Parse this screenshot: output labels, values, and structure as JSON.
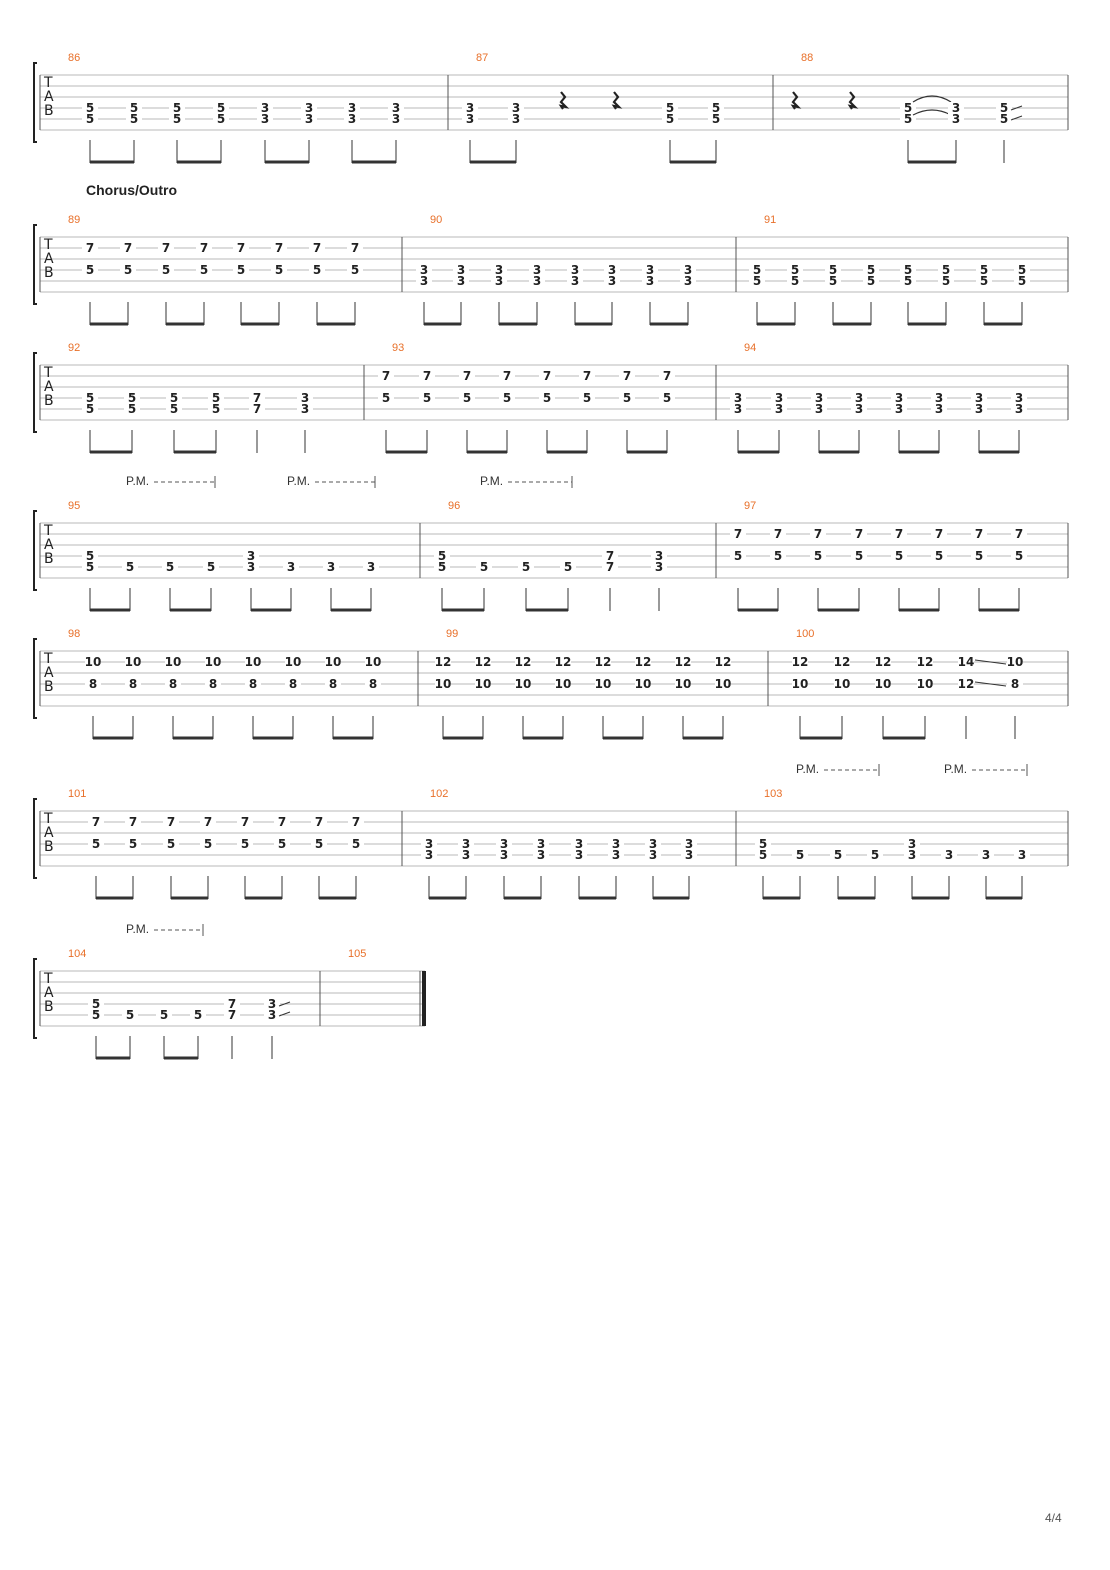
{
  "page": {
    "number_label": "4/4"
  },
  "clef": [
    "T",
    "A",
    "B"
  ],
  "sections": [
    {
      "row": 1,
      "label": "Chorus/Outro"
    }
  ],
  "rows": [
    {
      "measures": [
        {
          "number": "86",
          "notes": [
            {
              "f": [
                "5",
                "5"
              ]
            },
            {
              "f": [
                "5",
                "5"
              ]
            },
            {
              "f": [
                "5",
                "5"
              ]
            },
            {
              "f": [
                "5",
                "5"
              ]
            },
            {
              "f": [
                "3",
                "3"
              ]
            },
            {
              "f": [
                "3",
                "3"
              ]
            },
            {
              "f": [
                "3",
                "3"
              ]
            },
            {
              "f": [
                "3",
                "3"
              ]
            }
          ]
        },
        {
          "number": "87",
          "notes": [
            {
              "f": [
                "3",
                "3"
              ]
            },
            {
              "f": [
                "3",
                "3"
              ]
            },
            {
              "rest": true
            },
            {
              "rest": true
            },
            {
              "f": [
                "5",
                "5"
              ]
            },
            {
              "f": [
                "5",
                "5"
              ]
            }
          ]
        },
        {
          "number": "88",
          "notes": [
            {
              "rest": true
            },
            {
              "rest": true
            },
            {
              "f": [
                "5",
                "5"
              ],
              "tie": true
            },
            {
              "f": [
                "3",
                "3"
              ]
            },
            {
              "f": [
                "5",
                "5"
              ],
              "slide": true
            }
          ]
        }
      ]
    },
    {
      "measures": [
        {
          "number": "89",
          "notes": [
            {
              "top": "7",
              "f": [
                "5"
              ]
            },
            {
              "top": "7",
              "f": [
                "5"
              ]
            },
            {
              "top": "7",
              "f": [
                "5"
              ]
            },
            {
              "top": "7",
              "f": [
                "5"
              ]
            },
            {
              "top": "7",
              "f": [
                "5"
              ]
            },
            {
              "top": "7",
              "f": [
                "5"
              ]
            },
            {
              "top": "7",
              "f": [
                "5"
              ]
            },
            {
              "top": "7",
              "f": [
                "5"
              ]
            }
          ]
        },
        {
          "number": "90",
          "notes": [
            {
              "f": [
                "3",
                "3"
              ]
            },
            {
              "f": [
                "3",
                "3"
              ]
            },
            {
              "f": [
                "3",
                "3"
              ]
            },
            {
              "f": [
                "3",
                "3"
              ]
            },
            {
              "f": [
                "3",
                "3"
              ]
            },
            {
              "f": [
                "3",
                "3"
              ]
            },
            {
              "f": [
                "3",
                "3"
              ]
            },
            {
              "f": [
                "3",
                "3"
              ]
            }
          ]
        },
        {
          "number": "91",
          "notes": [
            {
              "f": [
                "5",
                "5"
              ]
            },
            {
              "f": [
                "5",
                "5"
              ]
            },
            {
              "f": [
                "5",
                "5"
              ]
            },
            {
              "f": [
                "5",
                "5"
              ]
            },
            {
              "f": [
                "5",
                "5"
              ]
            },
            {
              "f": [
                "5",
                "5"
              ]
            },
            {
              "f": [
                "5",
                "5"
              ]
            },
            {
              "f": [
                "5",
                "5"
              ]
            }
          ]
        }
      ]
    },
    {
      "measures": [
        {
          "number": "92",
          "notes": [
            {
              "f": [
                "5",
                "5"
              ]
            },
            {
              "f": [
                "5",
                "5"
              ]
            },
            {
              "f": [
                "5",
                "5"
              ]
            },
            {
              "f": [
                "5",
                "5"
              ]
            },
            {
              "f": [
                "7",
                "7"
              ]
            },
            {
              "f": [
                "3",
                "3"
              ]
            }
          ]
        },
        {
          "number": "93",
          "notes": [
            {
              "top": "7",
              "f": [
                "5"
              ]
            },
            {
              "top": "7",
              "f": [
                "5"
              ]
            },
            {
              "top": "7",
              "f": [
                "5"
              ]
            },
            {
              "top": "7",
              "f": [
                "5"
              ]
            },
            {
              "top": "7",
              "f": [
                "5"
              ]
            },
            {
              "top": "7",
              "f": [
                "5"
              ]
            },
            {
              "top": "7",
              "f": [
                "5"
              ]
            },
            {
              "top": "7",
              "f": [
                "5"
              ]
            }
          ]
        },
        {
          "number": "94",
          "notes": [
            {
              "f": [
                "3",
                "3"
              ]
            },
            {
              "f": [
                "3",
                "3"
              ]
            },
            {
              "f": [
                "3",
                "3"
              ]
            },
            {
              "f": [
                "3",
                "3"
              ]
            },
            {
              "f": [
                "3",
                "3"
              ]
            },
            {
              "f": [
                "3",
                "3"
              ]
            },
            {
              "f": [
                "3",
                "3"
              ]
            },
            {
              "f": [
                "3",
                "3"
              ]
            }
          ]
        }
      ]
    },
    {
      "pm": [
        "P.M.",
        "P.M.",
        "P.M."
      ],
      "measures": [
        {
          "number": "95",
          "notes": [
            {
              "f": [
                "5",
                "5"
              ]
            },
            {
              "f": [
                "5"
              ]
            },
            {
              "f": [
                "5"
              ]
            },
            {
              "f": [
                "5"
              ]
            },
            {
              "f": [
                "3",
                "3"
              ]
            },
            {
              "f": [
                "3"
              ]
            },
            {
              "f": [
                "3"
              ]
            },
            {
              "f": [
                "3"
              ]
            }
          ]
        },
        {
          "number": "96",
          "notes": [
            {
              "f": [
                "5",
                "5"
              ]
            },
            {
              "f": [
                "5"
              ]
            },
            {
              "f": [
                "5"
              ]
            },
            {
              "f": [
                "5"
              ]
            },
            {
              "f": [
                "7",
                "7"
              ]
            },
            {
              "f": [
                "3",
                "3"
              ]
            }
          ]
        },
        {
          "number": "97",
          "notes": [
            {
              "top": "7",
              "f": [
                "5"
              ]
            },
            {
              "top": "7",
              "f": [
                "5"
              ]
            },
            {
              "top": "7",
              "f": [
                "5"
              ]
            },
            {
              "top": "7",
              "f": [
                "5"
              ]
            },
            {
              "top": "7",
              "f": [
                "5"
              ]
            },
            {
              "top": "7",
              "f": [
                "5"
              ]
            },
            {
              "top": "7",
              "f": [
                "5"
              ]
            },
            {
              "top": "7",
              "f": [
                "5"
              ]
            }
          ]
        }
      ]
    },
    {
      "measures": [
        {
          "number": "98",
          "notes": [
            {
              "top": "10",
              "f": [
                "8"
              ]
            },
            {
              "top": "10",
              "f": [
                "8"
              ]
            },
            {
              "top": "10",
              "f": [
                "8"
              ]
            },
            {
              "top": "10",
              "f": [
                "8"
              ]
            },
            {
              "top": "10",
              "f": [
                "8"
              ]
            },
            {
              "top": "10",
              "f": [
                "8"
              ]
            },
            {
              "top": "10",
              "f": [
                "8"
              ]
            },
            {
              "top": "10",
              "f": [
                "8"
              ]
            }
          ]
        },
        {
          "number": "99",
          "notes": [
            {
              "top": "12",
              "f": [
                "10"
              ]
            },
            {
              "top": "12",
              "f": [
                "10"
              ]
            },
            {
              "top": "12",
              "f": [
                "10"
              ]
            },
            {
              "top": "12",
              "f": [
                "10"
              ]
            },
            {
              "top": "12",
              "f": [
                "10"
              ]
            },
            {
              "top": "12",
              "f": [
                "10"
              ]
            },
            {
              "top": "12",
              "f": [
                "10"
              ]
            },
            {
              "top": "12",
              "f": [
                "10"
              ]
            }
          ]
        },
        {
          "number": "100",
          "notes": [
            {
              "top": "12",
              "f": [
                "10"
              ]
            },
            {
              "top": "12",
              "f": [
                "10"
              ]
            },
            {
              "top": "12",
              "f": [
                "10"
              ]
            },
            {
              "top": "12",
              "f": [
                "10"
              ]
            },
            {
              "top": "14",
              "f": [
                "12"
              ],
              "slide_to": true
            },
            {
              "top": "10",
              "f": [
                "8"
              ]
            }
          ]
        }
      ]
    },
    {
      "pm": [
        "P.M.",
        "P.M."
      ],
      "measures": [
        {
          "number": "101",
          "notes": [
            {
              "top": "7",
              "f": [
                "5"
              ]
            },
            {
              "top": "7",
              "f": [
                "5"
              ]
            },
            {
              "top": "7",
              "f": [
                "5"
              ]
            },
            {
              "top": "7",
              "f": [
                "5"
              ]
            },
            {
              "top": "7",
              "f": [
                "5"
              ]
            },
            {
              "top": "7",
              "f": [
                "5"
              ]
            },
            {
              "top": "7",
              "f": [
                "5"
              ]
            },
            {
              "top": "7",
              "f": [
                "5"
              ]
            }
          ]
        },
        {
          "number": "102",
          "notes": [
            {
              "f": [
                "3",
                "3"
              ]
            },
            {
              "f": [
                "3",
                "3"
              ]
            },
            {
              "f": [
                "3",
                "3"
              ]
            },
            {
              "f": [
                "3",
                "3"
              ]
            },
            {
              "f": [
                "3",
                "3"
              ]
            },
            {
              "f": [
                "3",
                "3"
              ]
            },
            {
              "f": [
                "3",
                "3"
              ]
            },
            {
              "f": [
                "3",
                "3"
              ]
            }
          ]
        },
        {
          "number": "103",
          "notes": [
            {
              "f": [
                "5",
                "5"
              ]
            },
            {
              "f": [
                "5"
              ]
            },
            {
              "f": [
                "5"
              ]
            },
            {
              "f": [
                "5"
              ]
            },
            {
              "f": [
                "3",
                "3"
              ]
            },
            {
              "f": [
                "3"
              ]
            },
            {
              "f": [
                "3"
              ]
            },
            {
              "f": [
                "3"
              ]
            }
          ]
        }
      ]
    },
    {
      "pm": [
        "P.M."
      ],
      "measures": [
        {
          "number": "104",
          "notes": [
            {
              "f": [
                "5",
                "5"
              ]
            },
            {
              "f": [
                "5"
              ]
            },
            {
              "f": [
                "5"
              ]
            },
            {
              "f": [
                "5"
              ]
            },
            {
              "f": [
                "7",
                "7"
              ]
            },
            {
              "f": [
                "3",
                "3"
              ],
              "slide": true
            }
          ]
        },
        {
          "number": "105",
          "notes": []
        }
      ]
    }
  ]
}
